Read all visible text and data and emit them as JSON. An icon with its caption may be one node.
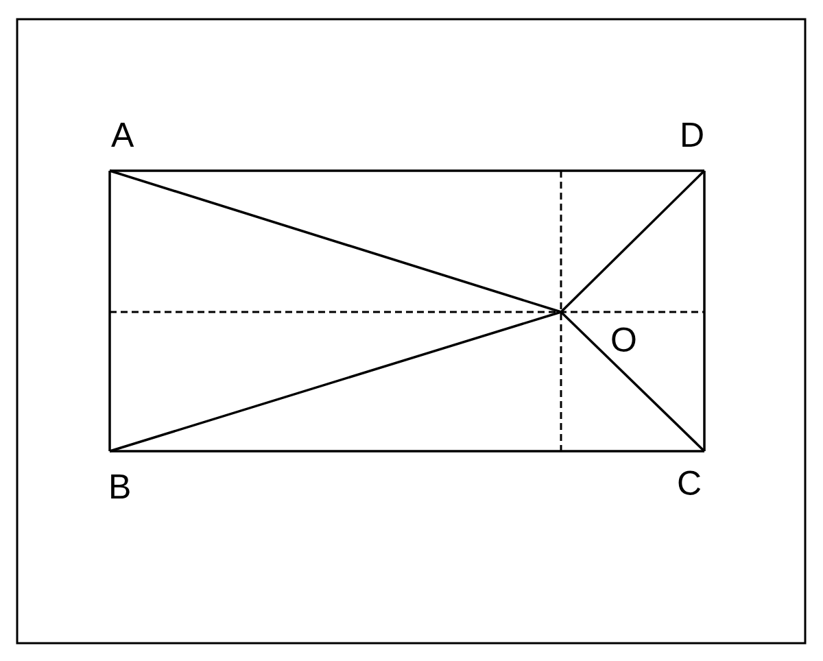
{
  "diagram": {
    "nodes": [
      {
        "text": [
          "A"
        ]
      },
      {
        "text": [
          "B"
        ]
      },
      {
        "text": [
          "C"
        ]
      },
      {
        "text": [
          "D"
        ]
      },
      {
        "text": [
          "O"
        ]
      }
    ],
    "edges": [
      {
        "from": 0,
        "to": 3,
        "arrow": "none"
      },
      {
        "from": 0,
        "to": 1,
        "arrow": "none"
      },
      {
        "from": 1,
        "to": 2,
        "arrow": "none"
      },
      {
        "from": 3,
        "to": 2,
        "arrow": "none"
      },
      {
        "from": 0,
        "to": 4,
        "arrow": "none"
      },
      {
        "from": 1,
        "to": 4,
        "arrow": "none"
      },
      {
        "from": 3,
        "to": 4,
        "arrow": "none"
      },
      {
        "from": 2,
        "to": 4,
        "arrow": "none"
      }
    ]
  }
}
